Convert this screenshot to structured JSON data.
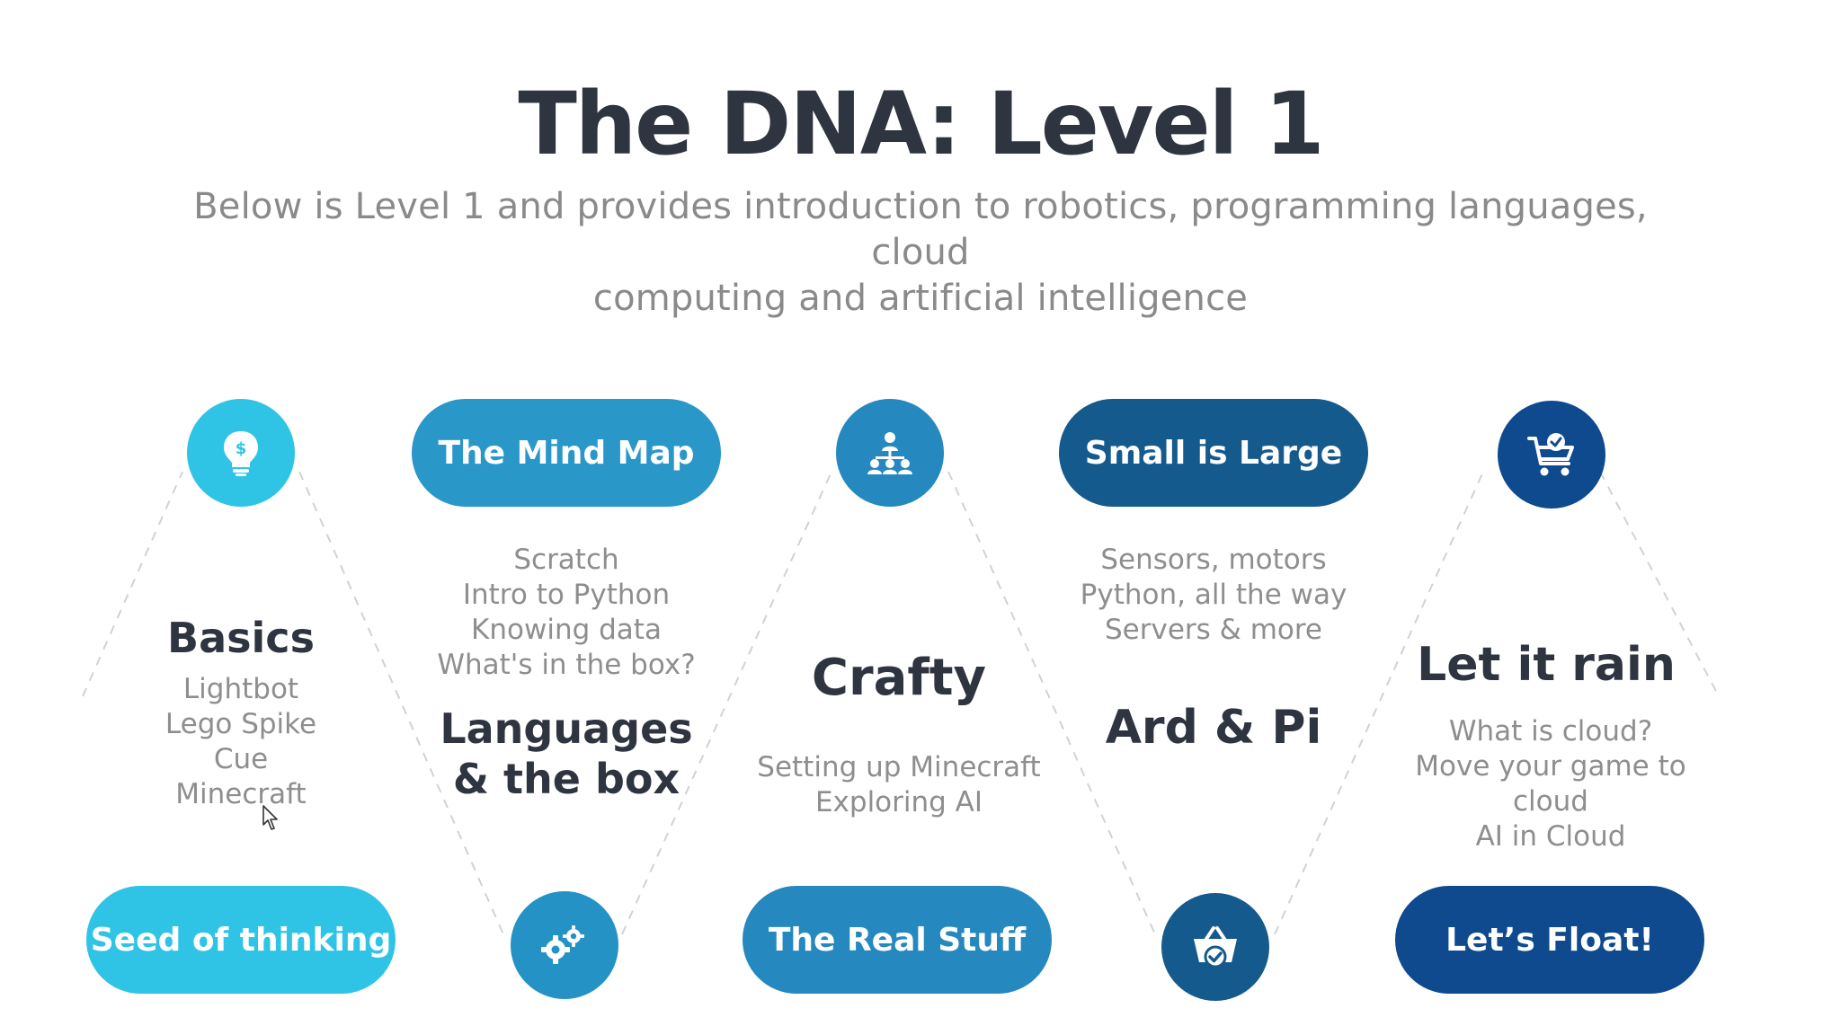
{
  "slide": {
    "title": "The DNA: Level 1",
    "subtitle_line1": "Below is Level 1 and provides introduction to robotics, programming languages, cloud",
    "subtitle_line2": "computing and artificial intelligence"
  },
  "colors": {
    "cyan": "#2fc4e6",
    "blue_mid": "#2592c5",
    "blue_deep": "#155a8c",
    "navy": "#0f4a8f"
  },
  "stages": [
    {
      "icon": "lightbulb-dollar-icon",
      "pill": "Seed of thinking",
      "heading": "Basics",
      "items": [
        "Lightbot",
        "Lego Spike",
        "Cue",
        "Minecraft"
      ]
    },
    {
      "icon": "gears-icon",
      "pill": "The Mind Map",
      "heading_line1": "Languages",
      "heading_line2": "& the box",
      "items": [
        "Scratch",
        "Intro to Python",
        "Knowing data",
        "What's in the box?"
      ]
    },
    {
      "icon": "org-chart-icon",
      "pill": "The Real Stuff",
      "heading": "Crafty",
      "items": [
        "Setting up Minecraft",
        "Exploring AI"
      ]
    },
    {
      "icon": "basket-check-icon",
      "pill": "Small is Large",
      "heading": "Ard & Pi",
      "items": [
        "Sensors, motors",
        "Python, all the way",
        "Servers & more"
      ]
    },
    {
      "icon": "cart-check-icon",
      "pill": "Let’s Float!",
      "heading": "Let it rain",
      "items": [
        "What is cloud?",
        "Move your game to",
        "cloud",
        "AI in Cloud"
      ]
    }
  ]
}
